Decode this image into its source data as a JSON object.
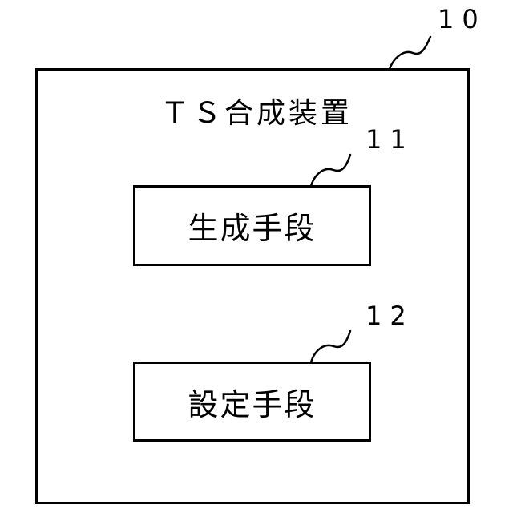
{
  "diagram": {
    "device": {
      "title": "ＴＳ合成装置",
      "ref": "10"
    },
    "blocks": [
      {
        "label": "生成手段",
        "ref": "11"
      },
      {
        "label": "設定手段",
        "ref": "12"
      }
    ]
  }
}
